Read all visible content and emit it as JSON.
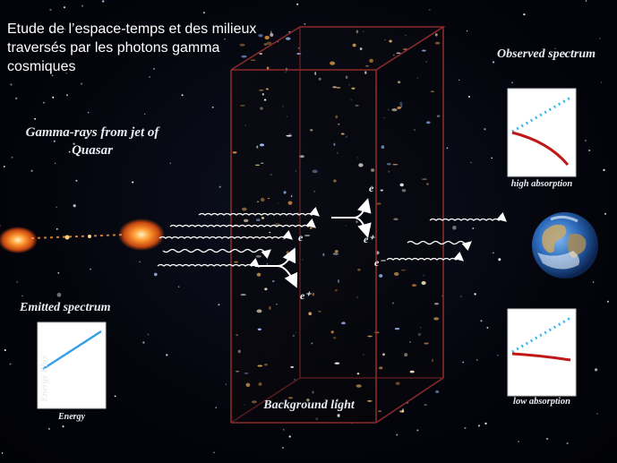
{
  "title": "Etude de l’espace-temps et des milieux traversés par les photons gamma cosmiques",
  "labels": {
    "gamma_rays": "Gamma-rays from jet of Quasar",
    "observed_spectrum": "Observed spectrum",
    "emitted_spectrum": "Emitted spectrum",
    "background_light": "Background light",
    "high_absorption": "high absorption",
    "low_absorption": "low absorption",
    "energy_flux": "Energy Flux",
    "energy": "Energy",
    "electron": "e",
    "electron_minus": "e⁻",
    "electron_plus": "e⁺"
  },
  "colors": {
    "box_edge": "#8a2a2a",
    "emitted_line": "#3aa0e6",
    "observed_dotted": "#38b8f0",
    "absorbed_curve": "#c01818",
    "quasar": "#ff8a2a"
  }
}
